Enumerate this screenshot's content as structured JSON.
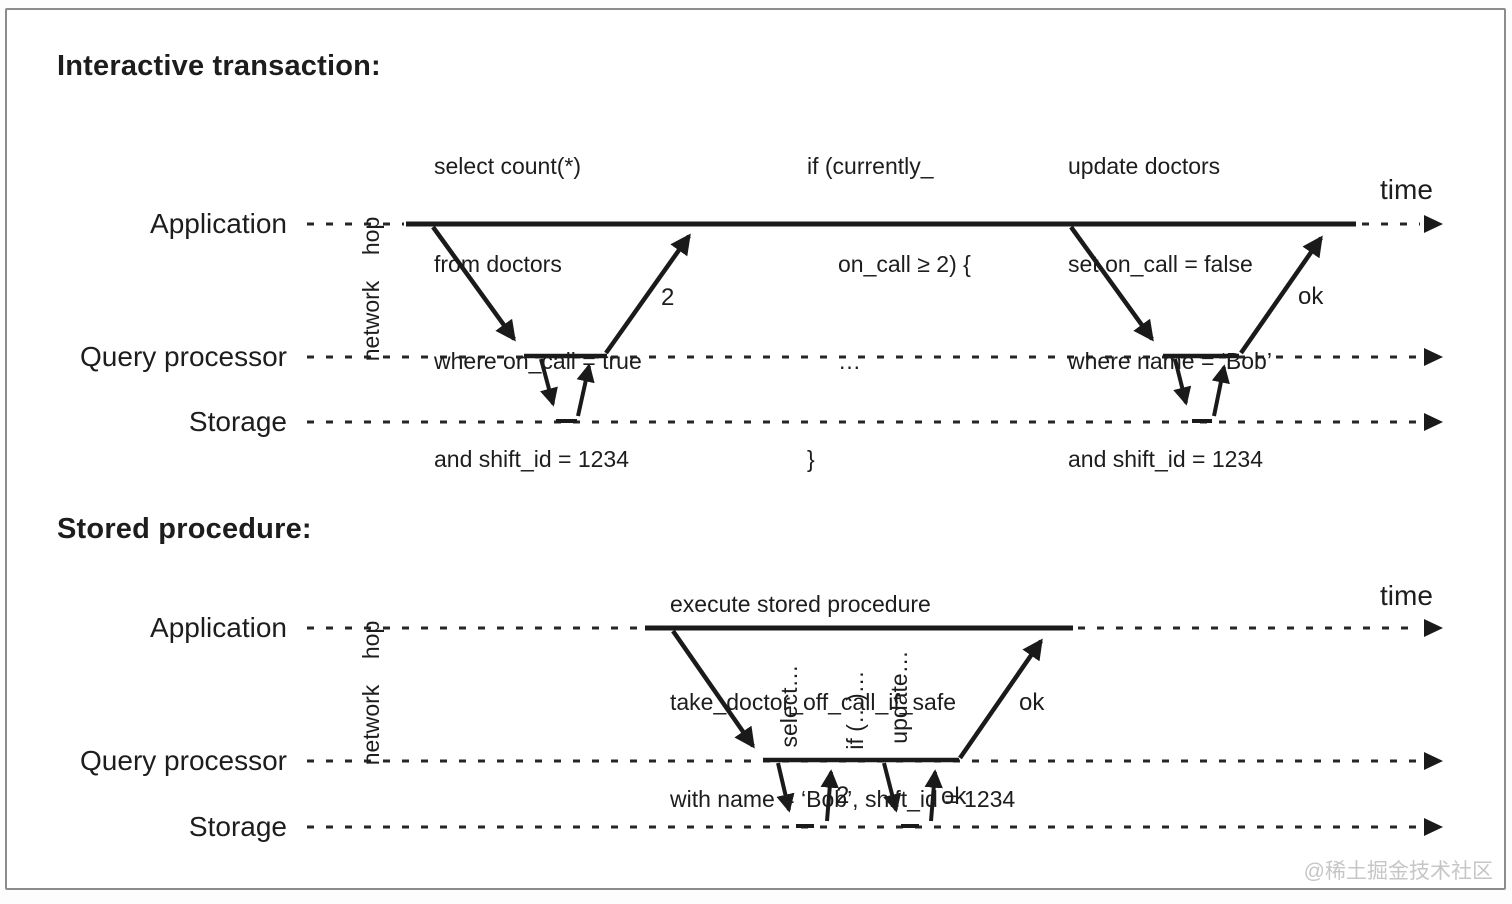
{
  "watermark": "@稀土掘金技术社区",
  "interactive": {
    "title": "Interactive transaction:",
    "time": "time",
    "lanes": {
      "application": "Application",
      "query_processor": "Query processor",
      "storage": "Storage"
    },
    "network_hop": {
      "line1": "network",
      "line2": "hop"
    },
    "code1": {
      "l1": "select count(*)",
      "l2": "from doctors",
      "l3": "where on_call = true",
      "l4": "and shift_id = 1234"
    },
    "code2": {
      "l1": "if (currently_",
      "l2": "on_call ≥ 2) {",
      "l3": "…",
      "l4": "}"
    },
    "code3": {
      "l1": "update doctors",
      "l2": "set on_call = false",
      "l3": "where name = ‘Bob’",
      "l4": "and shift_id = 1234"
    },
    "labels": {
      "count_result": "2",
      "ok": "ok"
    }
  },
  "stored": {
    "title": "Stored procedure:",
    "time": "time",
    "lanes": {
      "application": "Application",
      "query_processor": "Query processor",
      "storage": "Storage"
    },
    "network_hop": {
      "line1": "network",
      "line2": "hop"
    },
    "code": {
      "l1": "execute stored procedure",
      "l2": "take_doctor_off_call_if_safe",
      "l3": "with name = ‘Bob’, shift_id = 1234"
    },
    "inner_labels": {
      "select": "select…",
      "if_block": "if (…)…",
      "update": "update…"
    },
    "labels": {
      "ok_big": "ok",
      "count_result": "2",
      "ok_small": "ok"
    }
  }
}
